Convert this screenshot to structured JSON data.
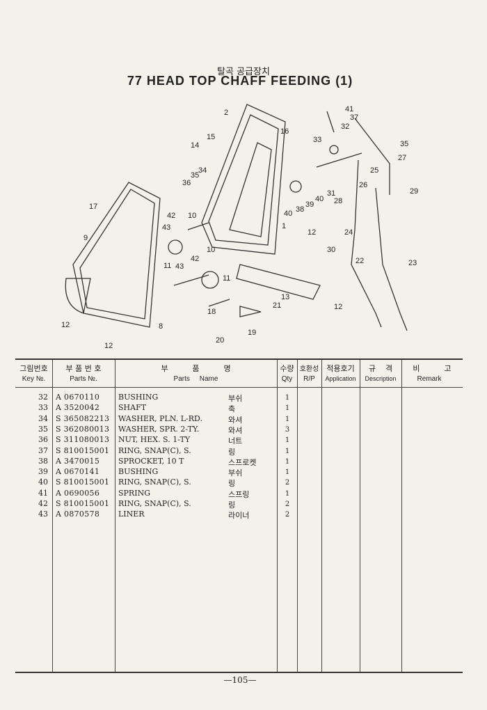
{
  "header": {
    "korean_title": "탈곡 공급장치",
    "title": "77  HEAD TOP CHAFF FEEDING (1)"
  },
  "diagram": {
    "callouts": [
      "2",
      "16",
      "41",
      "37",
      "32",
      "33",
      "35",
      "15",
      "14",
      "34",
      "35",
      "36",
      "27",
      "25",
      "26",
      "29",
      "17",
      "42",
      "10",
      "1",
      "40",
      "38",
      "39",
      "40",
      "31",
      "28",
      "12",
      "9",
      "43",
      "24",
      "30",
      "11",
      "10",
      "42",
      "43",
      "22",
      "23",
      "11",
      "13",
      "21",
      "12",
      "18",
      "19",
      "20",
      "8",
      "12",
      "12"
    ]
  },
  "table": {
    "headers": [
      {
        "ko": "그림번호",
        "en": "Key №."
      },
      {
        "ko": "부 품 번 호",
        "en": "Parts №."
      },
      {
        "ko": "부          품          명",
        "en": "Parts     Name"
      },
      {
        "ko": "수량",
        "en": "Qty"
      },
      {
        "ko": "호환성",
        "en": "R/P"
      },
      {
        "ko": "적용호기",
        "en": "Application"
      },
      {
        "ko": "규    격",
        "en": "Description"
      },
      {
        "ko": "비          고",
        "en": "Remark"
      }
    ],
    "rows": [
      {
        "key": "32",
        "part_no": "A 0670110",
        "name": "BUSHING",
        "name_ko": "부쉬",
        "qty": "1"
      },
      {
        "key": "33",
        "part_no": "A 3520042",
        "name": "SHAFT",
        "name_ko": "축",
        "qty": "1"
      },
      {
        "key": "34",
        "part_no": "S 365082213",
        "name": "WASHER, PLN. L-RD.",
        "name_ko": "와셔",
        "qty": "1"
      },
      {
        "key": "35",
        "part_no": "S 362080013",
        "name": "WASHER, SPR. 2-TY.",
        "name_ko": "와셔",
        "qty": "3"
      },
      {
        "key": "36",
        "part_no": "S 311080013",
        "name": "NUT, HEX. S. 1-TY",
        "name_ko": "너트",
        "qty": "1"
      },
      {
        "key": "37",
        "part_no": "S 810015001",
        "name": "RING, SNAP(C), S.",
        "name_ko": "링",
        "qty": "1"
      },
      {
        "key": "38",
        "part_no": "A 3470015",
        "name": "SPROCKET, 10 T",
        "name_ko": "스프로켓",
        "qty": "1"
      },
      {
        "key": "39",
        "part_no": "A 0670141",
        "name": "BUSHING",
        "name_ko": "부쉬",
        "qty": "1"
      },
      {
        "key": "40",
        "part_no": "S 810015001",
        "name": "RING, SNAP(C), S.",
        "name_ko": "링",
        "qty": "2"
      },
      {
        "key": "41",
        "part_no": "A 0690056",
        "name": "SPRING",
        "name_ko": "스프링",
        "qty": "1"
      },
      {
        "key": "42",
        "part_no": "S 810015001",
        "name": "RING, SNAP(C), S.",
        "name_ko": "링",
        "qty": "2"
      },
      {
        "key": "43",
        "part_no": "A 0870578",
        "name": "LINER",
        "name_ko": "라이너",
        "qty": "2"
      }
    ]
  },
  "footer": {
    "page": "—105—"
  }
}
